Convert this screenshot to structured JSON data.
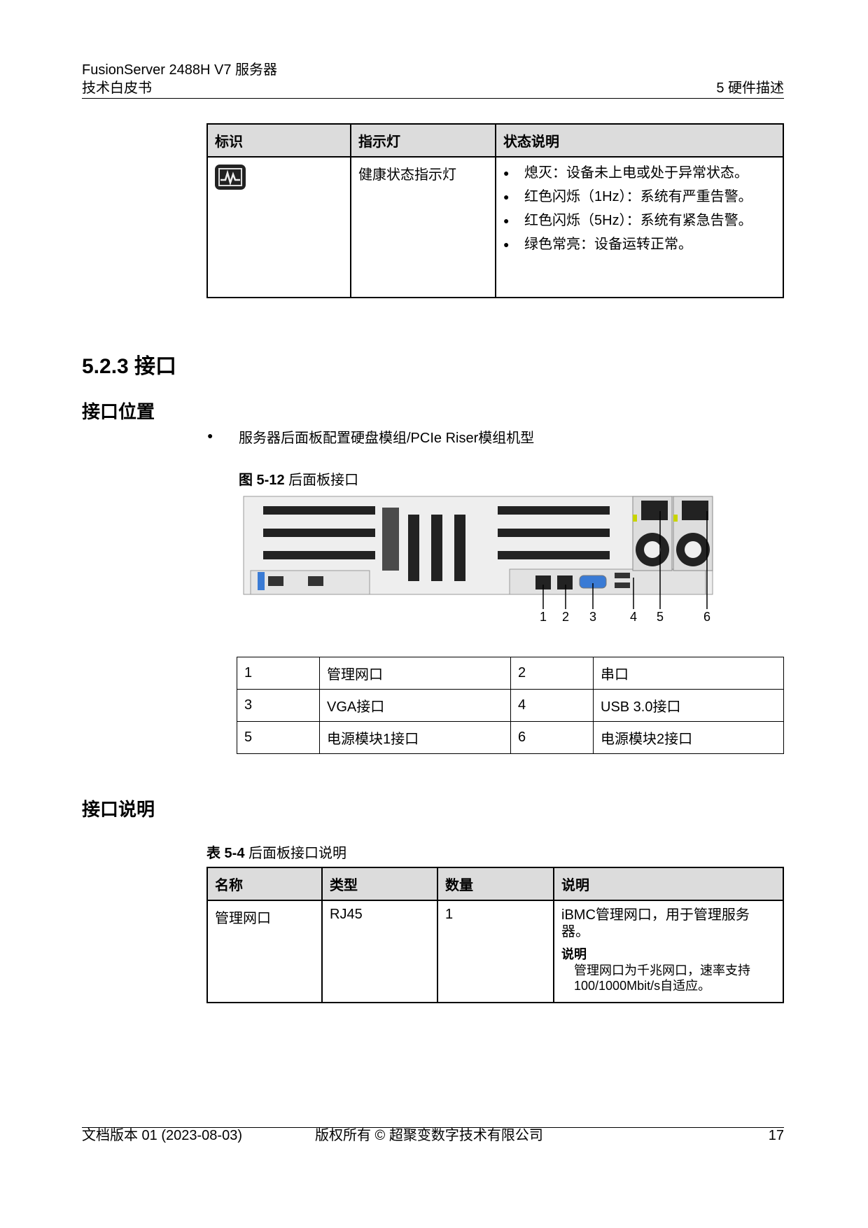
{
  "header": {
    "doc_title": "FusionServer 2488H V7 服务器",
    "doc_subtitle": "技术白皮书",
    "chapter": "5 硬件描述"
  },
  "led_table": {
    "headers": [
      "标识",
      "指示灯",
      "状态说明"
    ],
    "icon": "health-indicator-icon",
    "name": "健康状态指示灯",
    "states": [
      "熄灭：设备未上电或处于异常状态。",
      "红色闪烁（1Hz）：系统有严重告警。",
      "红色闪烁（5Hz）：系统有紧急告警。",
      "绿色常亮：设备运转正常。"
    ]
  },
  "section": {
    "title": "5.2.3 接口"
  },
  "position": {
    "title": "接口位置",
    "bullet": "服务器后面板配置硬盘模组/PCIe Riser模组机型",
    "figure_label": "图 5-12",
    "figure_title": "后面板接口",
    "callouts": [
      "1",
      "2",
      "3",
      "4",
      "5",
      "6"
    ]
  },
  "legend_table": {
    "rows": [
      [
        "1",
        "管理网口",
        "2",
        "串口"
      ],
      [
        "3",
        "VGA接口",
        "4",
        "USB 3.0接口"
      ],
      [
        "5",
        "电源模块1接口",
        "6",
        "电源模块2接口"
      ]
    ]
  },
  "desc": {
    "title": "接口说明",
    "table_label": "表 5-4",
    "table_title": "后面板接口说明",
    "headers": [
      "名称",
      "类型",
      "数量",
      "说明"
    ],
    "row": {
      "name": "管理网口",
      "type": "RJ45",
      "qty": "1",
      "desc": "iBMC管理网口，用于管理服务器。",
      "note_title": "说明",
      "note": "管理网口为千兆网口，速率支持100/1000Mbit/s自适应。"
    }
  },
  "footer": {
    "version": "文档版本 01 (2023-08-03)",
    "copyright": "版权所有 © 超聚变数字技术有限公司",
    "page": "17"
  }
}
